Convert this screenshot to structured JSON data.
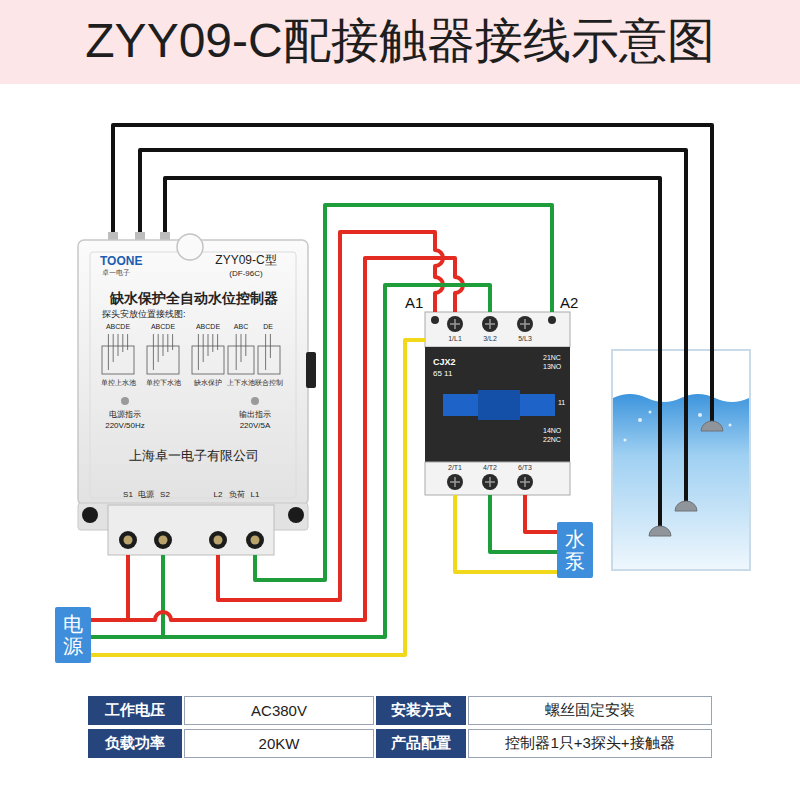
{
  "diagram": {
    "title": "ZYY09-C配接触器接线示意图",
    "nodes": [
      {
        "text": [
          "TOONE",
          "卓一电子",
          "ZYY09-C型",
          "(DF-96C)",
          "缺水保护全自动水位控制器",
          "探头安放位置接线图:",
          "ABCDE",
          "ABCDE",
          "ABCDE",
          "ABC",
          "DE",
          "单控上水池",
          "单控下水池",
          "缺水保护",
          "上下水池联合控制",
          "电源指示",
          "220V/50Hz",
          "输出指示",
          "220V/5A",
          "上海卓一电子有限公司",
          "S1",
          "电源",
          "S2",
          "L2",
          "负荷",
          "L1"
        ]
      },
      {
        "text": [
          "A1",
          "A2",
          "1/L1",
          "3/L2",
          "5/L3",
          "CJX2",
          "65 11",
          "21NC",
          "13NO",
          "11",
          "14NO",
          "22NC",
          "2/T1",
          "4/T2",
          "6/T3"
        ]
      },
      {
        "text": [
          "水泵"
        ]
      },
      {
        "text": [
          "电源"
        ]
      }
    ],
    "edges": [
      {
        "from": 0,
        "to": 1,
        "arrow": "none"
      },
      {
        "from": 0,
        "to": 1,
        "arrow": "none"
      },
      {
        "from": 3,
        "to": 0,
        "arrow": "none"
      },
      {
        "from": 3,
        "to": 0,
        "arrow": "none"
      },
      {
        "from": 3,
        "to": 1,
        "arrow": "none"
      },
      {
        "from": 3,
        "to": 1,
        "arrow": "none"
      },
      {
        "from": 3,
        "to": 1,
        "arrow": "none"
      },
      {
        "from": 1,
        "to": 2,
        "arrow": "none"
      },
      {
        "from": 1,
        "to": 2,
        "arrow": "none"
      },
      {
        "from": 1,
        "to": 2,
        "arrow": "none"
      }
    ],
    "labels": [
      "工作电压",
      "AC380V",
      "安装方式",
      "螺丝固定安装",
      "负载功率",
      "20KW",
      "产品配置",
      "控制器1只+3探头+接触器"
    ]
  }
}
